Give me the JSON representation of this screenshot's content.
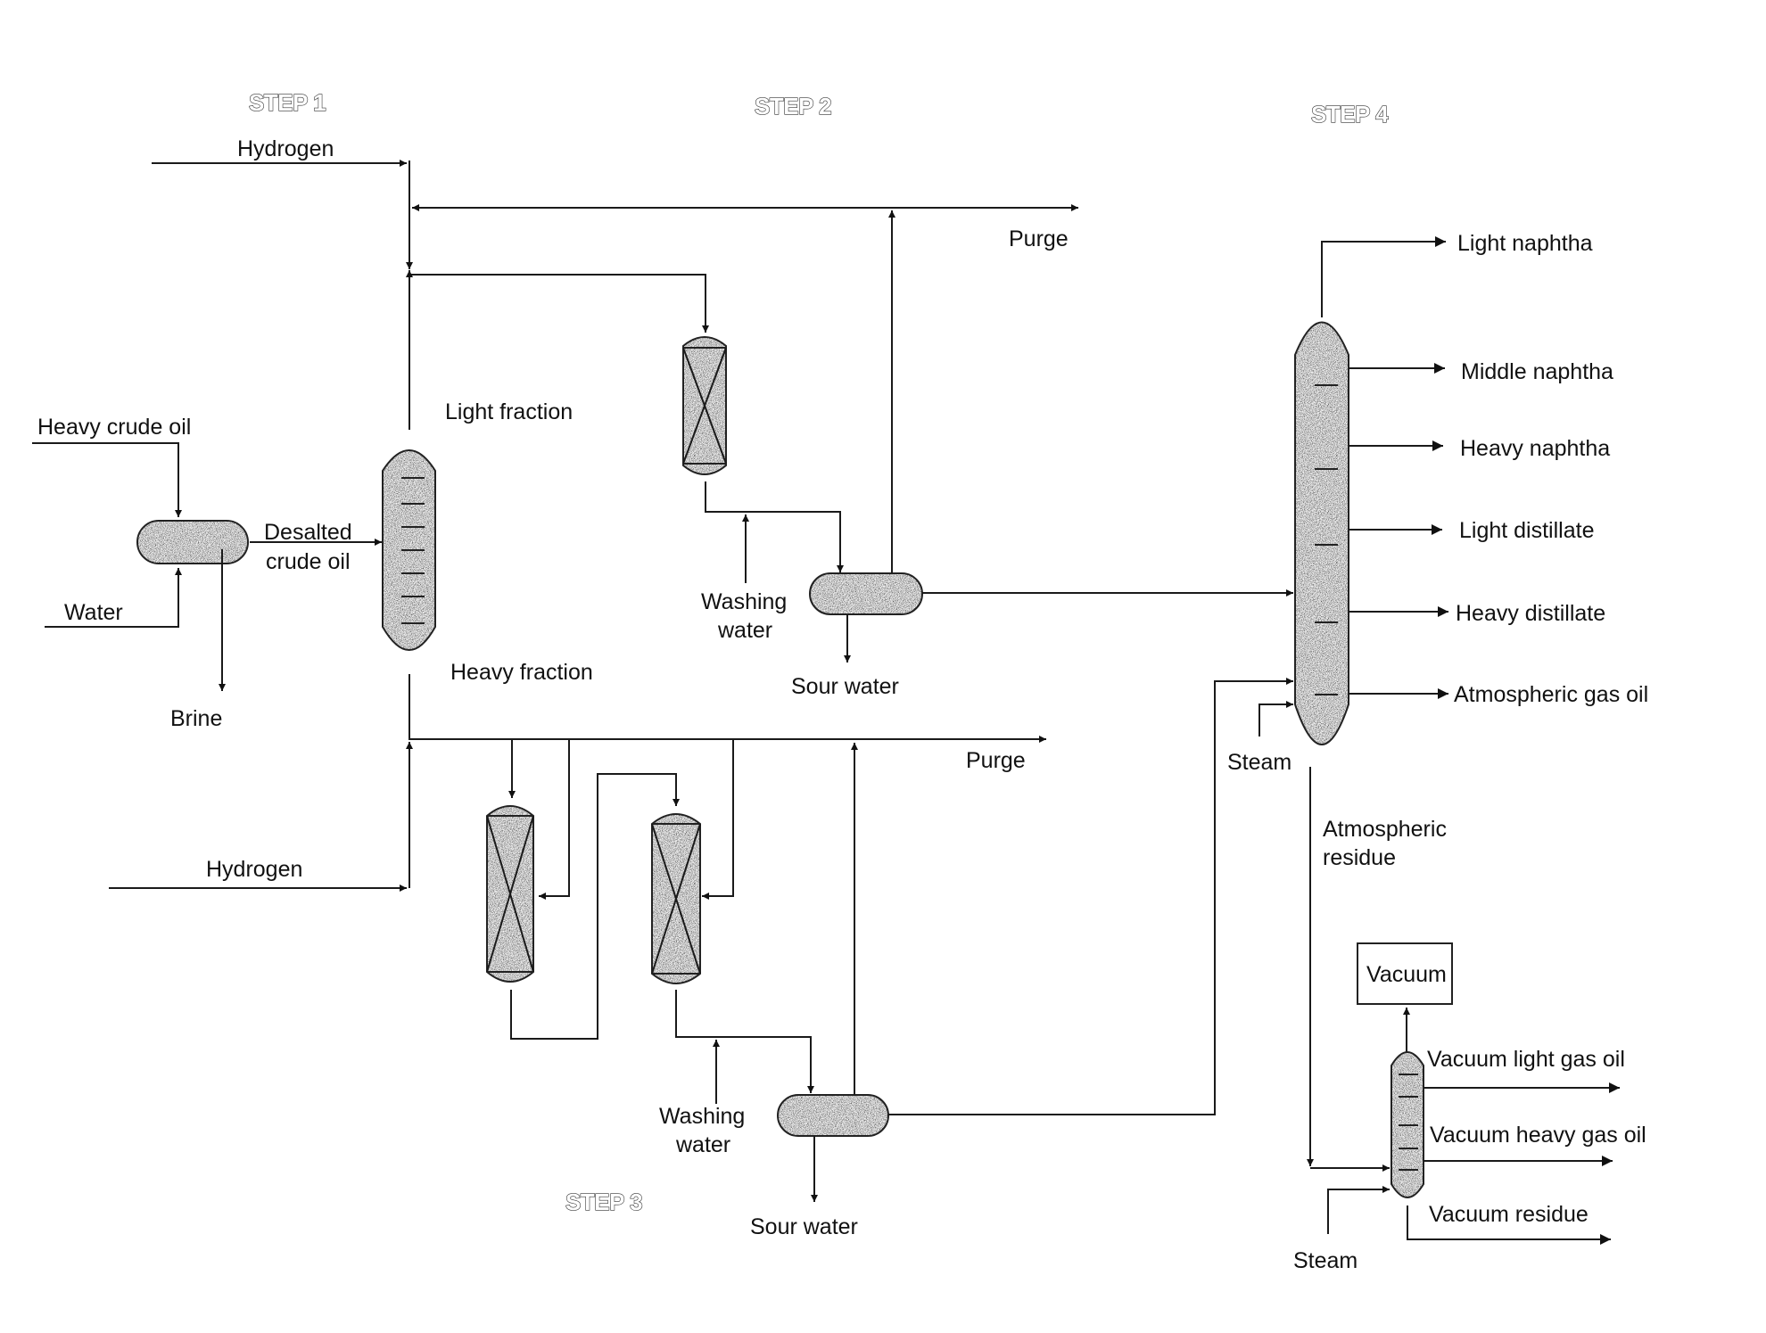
{
  "steps": {
    "step1": "STEP 1",
    "step2": "STEP 2",
    "step3": "STEP 3",
    "step4": "STEP 4"
  },
  "streams": {
    "hydrogen_top": "Hydrogen",
    "hydrogen_bottom": "Hydrogen",
    "purge_top": "Purge",
    "purge_bottom": "Purge",
    "heavy_crude_oil": "Heavy crude oil",
    "water": "Water",
    "brine": "Brine",
    "desalted_line1": "Desalted",
    "desalted_line2": "crude oil",
    "light_fraction": "Light fraction",
    "heavy_fraction": "Heavy fraction",
    "washing_water_2_line1": "Washing",
    "washing_water_2_line2": "water",
    "sour_water_2": "Sour water",
    "washing_water_3_line1": "Washing",
    "washing_water_3_line2": "water",
    "sour_water_3": "Sour water",
    "steam_atm": "Steam",
    "steam_vac": "Steam",
    "atm_residue_line1": "Atmospheric",
    "atm_residue_line2": "residue",
    "vacuum": "Vacuum"
  },
  "products": {
    "light_naphtha": "Light naphtha",
    "middle_naphtha": "Middle naphtha",
    "heavy_naphtha": "Heavy naphtha",
    "light_distillate": "Light distillate",
    "heavy_distillate": "Heavy distillate",
    "atmospheric_gas_oil": "Atmospheric gas oil",
    "vacuum_light_gas_oil": "Vacuum light gas oil",
    "vacuum_heavy_gas_oil": "Vacuum heavy gas oil",
    "vacuum_residue": "Vacuum residue"
  }
}
